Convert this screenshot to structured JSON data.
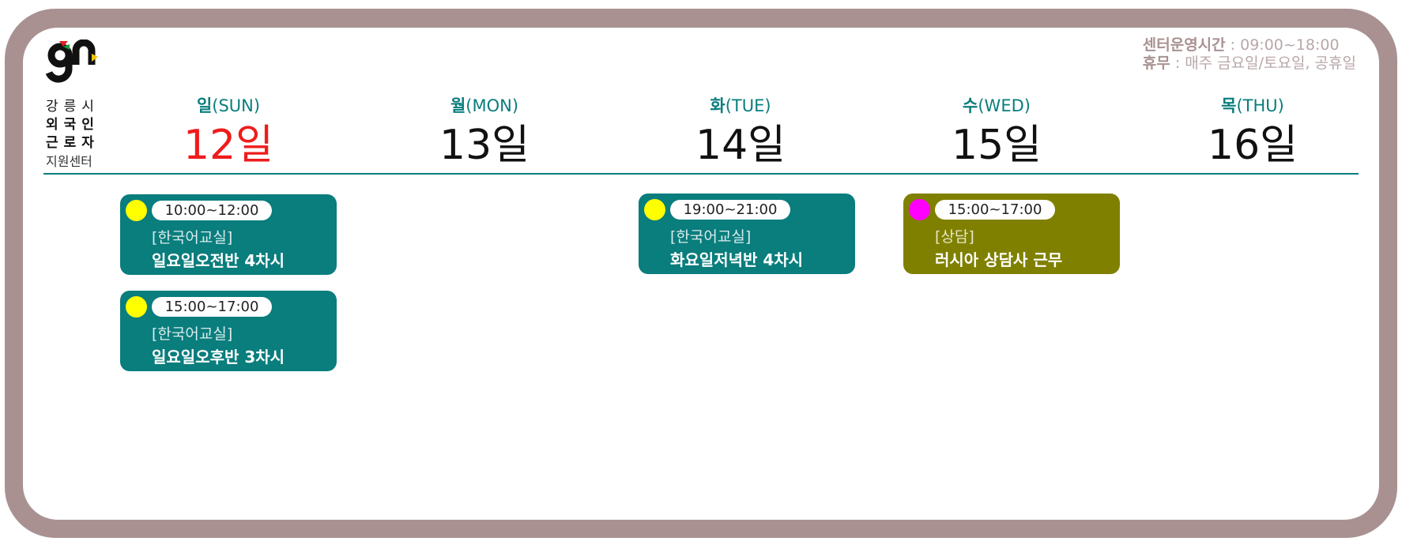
{
  "logo": {
    "lines": [
      "강릉시",
      "외국인",
      "근로자",
      "지원센터"
    ]
  },
  "info": {
    "hours_label": "센터운영시간",
    "hours_value": " : 09:00~18:00",
    "closed_label": "휴무",
    "closed_value": " : 매주 금요일/토요일, 공휴일"
  },
  "days": [
    {
      "ko": "일",
      "en": "(SUN)",
      "date": "12일"
    },
    {
      "ko": "월",
      "en": "(MON)",
      "date": "13일"
    },
    {
      "ko": "화",
      "en": "(TUE)",
      "date": "14일"
    },
    {
      "ko": "수",
      "en": "(WED)",
      "date": "15일"
    },
    {
      "ko": "목",
      "en": "(THU)",
      "date": "16일"
    }
  ],
  "events": [
    {
      "time": "10:00~12:00",
      "category": "[한국어교실]",
      "title": "일요일오전반 4차시",
      "dot_color": "#ffff00",
      "bg_color": "#0a7d7d"
    },
    {
      "time": "15:00~17:00",
      "category": "[한국어교실]",
      "title": "일요일오후반 3차시",
      "dot_color": "#ffff00",
      "bg_color": "#0a7d7d"
    },
    {
      "time": "19:00~21:00",
      "category": "[한국어교실]",
      "title": "화요일저녁반 4차시",
      "dot_color": "#ffff00",
      "bg_color": "#0a7d7d"
    },
    {
      "time": "15:00~17:00",
      "category": "[상담]",
      "title": "러시아 상담사 근무",
      "dot_color": "#ff00ff",
      "bg_color": "#808000"
    }
  ],
  "colors": {
    "frame": "#a99192",
    "accent": "#0a7d7d",
    "sunday": "#ee1c1c"
  }
}
